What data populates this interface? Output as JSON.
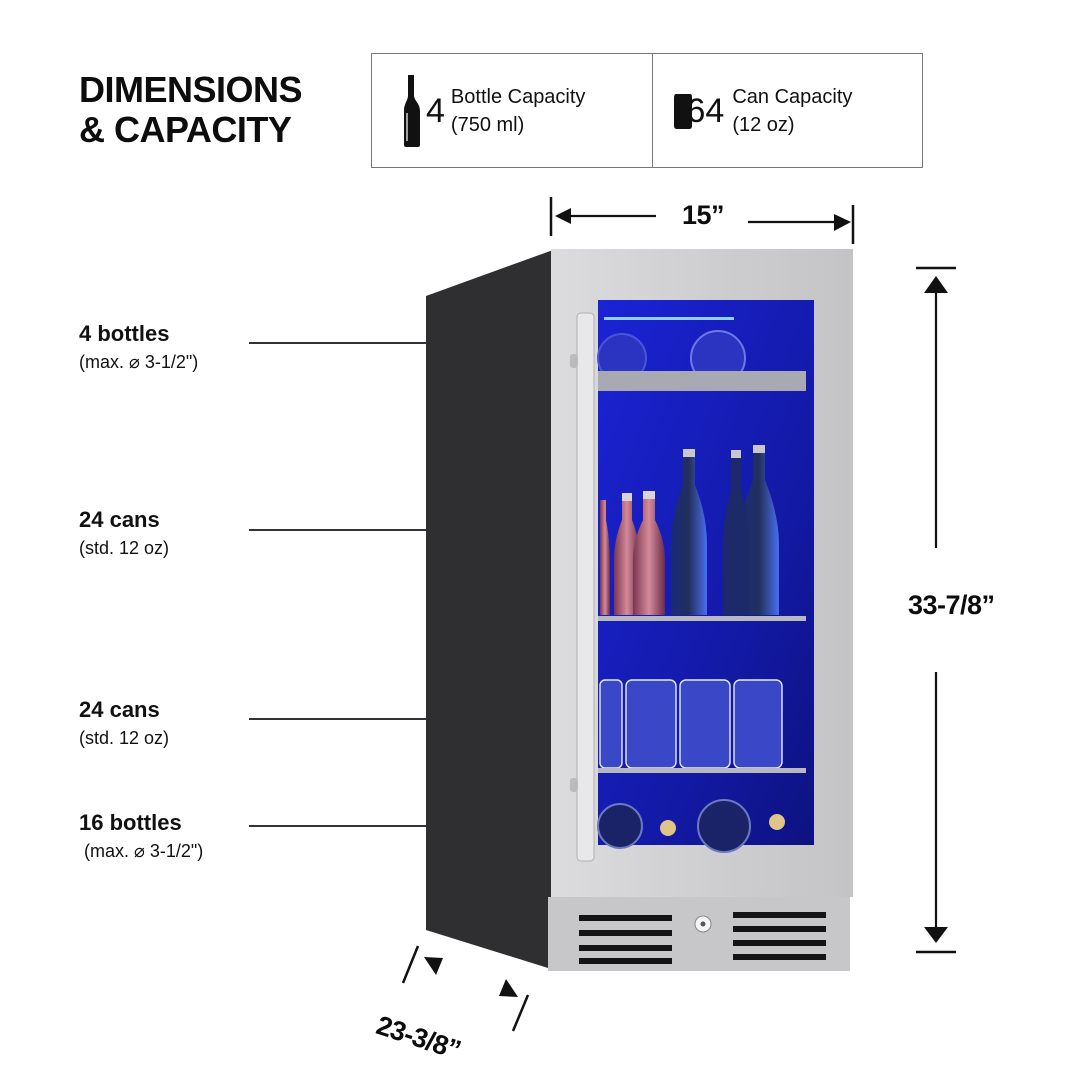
{
  "header": {
    "title_line1": "DIMENSIONS",
    "title_line2": "& CAPACITY"
  },
  "capacity_box": {
    "bottle": {
      "icon": "wine-bottle-icon",
      "count": "4",
      "label": "Bottle Capacity",
      "sublabel": "(750 ml)"
    },
    "can": {
      "icon": "can-icon",
      "count": "64",
      "label": "Can Capacity",
      "sublabel": "(12 oz)"
    }
  },
  "shelf_labels": [
    {
      "main": "4 bottles",
      "sub": "(max. ⌀ 3-1/2\")"
    },
    {
      "main": "24 cans",
      "sub": "(std. 12 oz)"
    },
    {
      "main": "24 cans",
      "sub": "(std. 12 oz)"
    },
    {
      "main": "16 bottles",
      "sub": " (max. ⌀ 3-1/2\")"
    }
  ],
  "dimensions": {
    "width": "15”",
    "height": "33-7/8”",
    "depth": "23-3/8”"
  },
  "colors": {
    "interior_blue": "#1a20c8",
    "steel": "#c9c9cb",
    "cabinet_side": "#2f2f31",
    "text": "#111111"
  }
}
